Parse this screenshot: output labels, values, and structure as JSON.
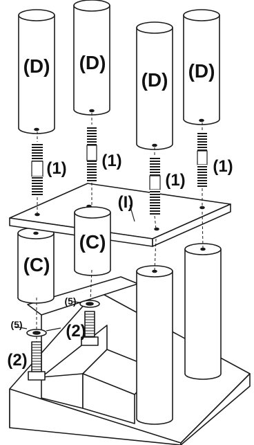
{
  "labels": {
    "d": "(D)",
    "one": "(1)",
    "i": "(I)",
    "c": "(C)",
    "five": "(5)",
    "two": "(2)"
  },
  "colors": {
    "line": "#1a1a1a",
    "fill": "#ffffff",
    "shade": "#d9d9d9"
  }
}
